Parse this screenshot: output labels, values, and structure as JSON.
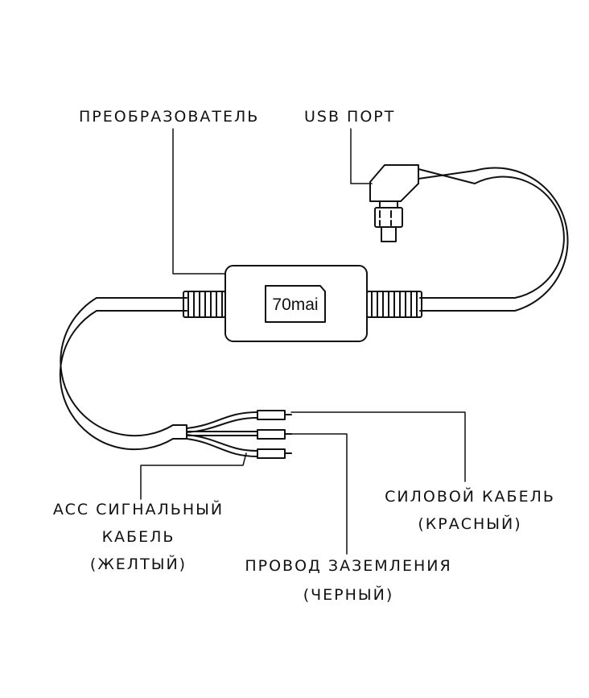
{
  "colors": {
    "line": "#111111",
    "background": "#ffffff"
  },
  "labels": {
    "converter": "ПРЕОБРАЗОВАТЕЛЬ",
    "usb_port": "USB ПОРТ",
    "acc_line1": "ACC СИГНАЛЬНЫЙ",
    "acc_line2": "КАБЕЛЬ",
    "acc_line3": "(ЖЕЛТЫЙ)",
    "power_line1": "СИЛОВОЙ КАБЕЛЬ",
    "power_line2": "(КРАСНЫЙ)",
    "ground_line1": "ПРОВОД ЗАЗЕМЛЕНИЯ",
    "ground_line2": "(ЧЕРНЫЙ)"
  },
  "brand": {
    "logo_text": "70mai"
  }
}
